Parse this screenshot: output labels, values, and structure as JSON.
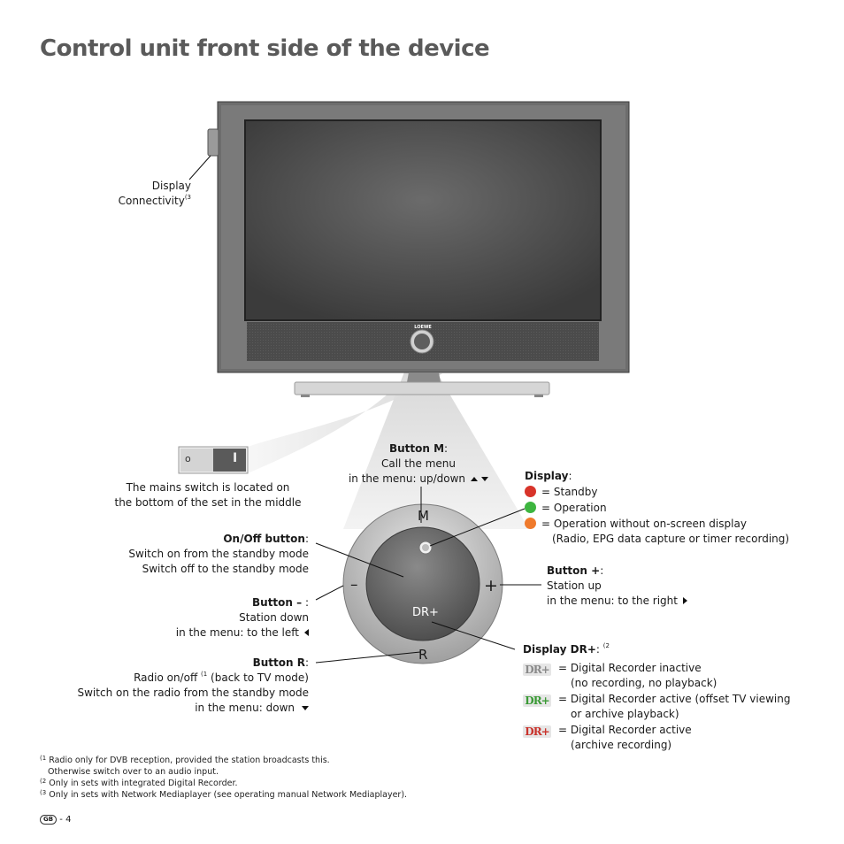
{
  "title": "Control unit front side of the device",
  "tv": {
    "logo": "LOEWE"
  },
  "labels": {
    "display_connectivity": {
      "line1": "Display",
      "line2": "Connectivity",
      "sup": "(3"
    },
    "mains_switch": {
      "line1": "The mains switch is located on",
      "line2": "the bottom of the set in the middle",
      "off_symbol": "o",
      "on_symbol": "I"
    },
    "button_m": {
      "name": "Button M",
      "suffix": ":",
      "line1": "Call the menu",
      "line2": "in the menu: up/down"
    },
    "display": {
      "name": "Display",
      "suffix": ":",
      "items": [
        {
          "color": "#d8342a",
          "text": "= Standby"
        },
        {
          "color": "#3db53f",
          "text": "= Operation"
        },
        {
          "color": "#ef7a2c",
          "text": "= Operation without on-screen display",
          "text2": "(Radio, EPG data capture or timer recording)"
        }
      ]
    },
    "onoff": {
      "name": "On/Off button",
      "suffix": ":",
      "line1": "Switch on from the standby mode",
      "line2": "Switch off to the standby mode"
    },
    "button_plus": {
      "name": "Button +",
      "suffix": ":",
      "line1": "Station up",
      "line2": "in the menu: to the right"
    },
    "button_minus": {
      "name": "Button –",
      "suffix": " :",
      "line1": "Station down",
      "line2": "in the menu: to the left"
    },
    "display_dr": {
      "name": "Display DR+",
      "suffix": ":",
      "sup": "(2",
      "items": [
        {
          "badge": "DR+",
          "badge_color": "#8a8a8a",
          "text": "= Digital Recorder inactive",
          "text2": "(no recording, no playback)"
        },
        {
          "badge": "DR+",
          "badge_color": "#3a9a35",
          "text": "= Digital Recorder active (offset TV viewing",
          "text2": "or archive playback)"
        },
        {
          "badge": "DR+",
          "badge_color": "#c9322b",
          "text": "= Digital Recorder active",
          "text2": "(archive recording)"
        }
      ]
    },
    "button_r": {
      "name": "Button R",
      "suffix": ":",
      "line1a": "Radio on/off",
      "line1sup": "(1",
      "line1b": " (back to TV mode)",
      "line2": "Switch on the radio from the standby mode",
      "line3": "in the menu: down"
    }
  },
  "control": {
    "m": "M",
    "r": "R",
    "plus": "+",
    "minus": "–",
    "dr": "DR+"
  },
  "footnotes": [
    {
      "mark": "(1",
      "text": "Radio only for DVB reception, provided the station broadcasts this.",
      "text2": "Otherwise switch over to an audio input."
    },
    {
      "mark": "(2",
      "text": "Only in sets with integrated Digital Recorder."
    },
    {
      "mark": "(3",
      "text": "Only in sets with Network Mediaplayer (see operating manual Network Mediaplayer)."
    }
  ],
  "page": {
    "lang": "GB",
    "number": "- 4"
  }
}
